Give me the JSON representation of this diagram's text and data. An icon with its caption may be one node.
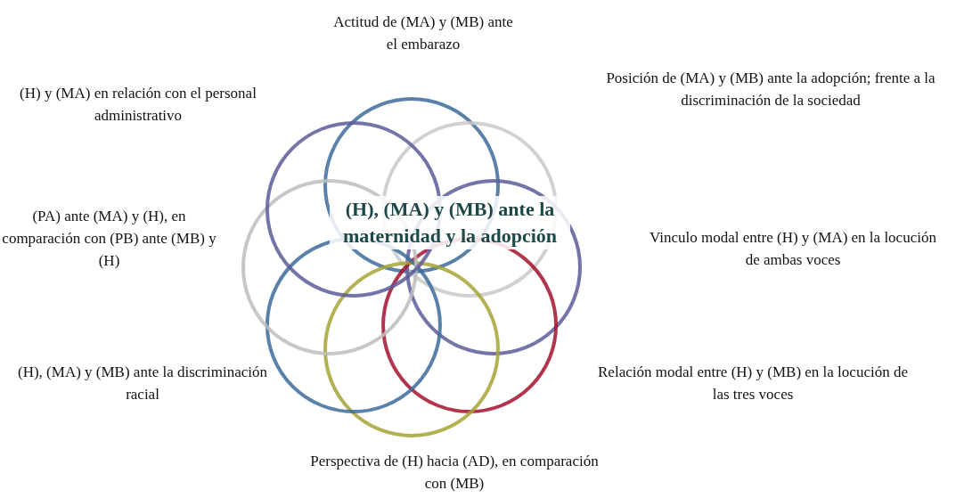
{
  "diagram": {
    "labels": [
      "Actitud de (MA) y (MB) ante el embarazo",
      "(H) y (MA) en relación con el personal administrativo",
      "Posición de (MA) y (MB) ante la adopción; frente a la discriminación de la sociedad",
      "(PA) ante (MA) y (H), en comparación con (PB) ante (MB) y (H)",
      "(H), (MA) y (MB) ante la maternidad y la adopción",
      "Vinculo modal entre (H) y (MA) en la locución de ambas voces",
      "(H), (MA) y (MB) ante la discriminación racial",
      "Relación modal entre (H) y (MB) en la locución de las tres voces",
      "Perspectiva de (H) hacia (AD), en comparación con (MB)"
    ]
  }
}
